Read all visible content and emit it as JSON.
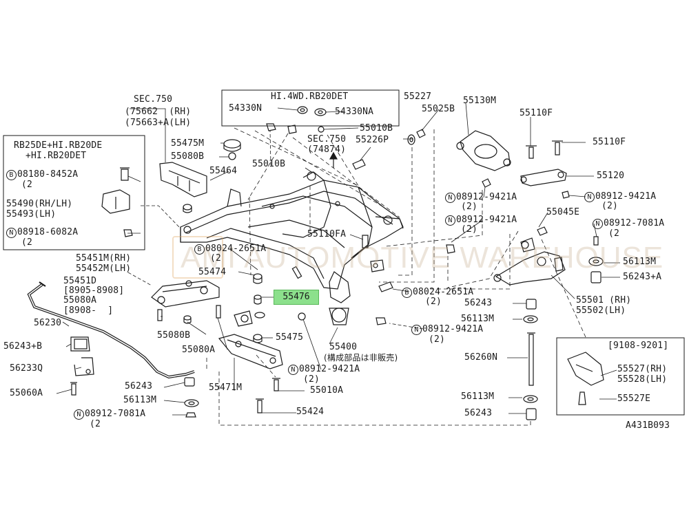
{
  "diagram": {
    "code": "A431B093",
    "highlighted_part": "55476",
    "watermark": "AMI AUTOMOTIVE WAREHOUSE",
    "accent_color": "#8ce08c",
    "labels": {
      "sec750_top": "SEC.750",
      "p75662": "(75662  (RH)",
      "p75663": "(75663+A(LH)",
      "hi4wd": "HI.4WD.RB20DET",
      "p54330n": "54330N",
      "p54330na": "54330NA",
      "p55010b_a": "55010B",
      "p55010b_b": "55010B",
      "sec750_mid": "SEC.750",
      "p74874": "(74874)",
      "p55227": "55227",
      "p55025b": "55025B",
      "p55226p": "55226P",
      "p55130m": "55130M",
      "p55110f_a": "55110F",
      "p55110f_b": "55110F",
      "p55120": "55120",
      "rb25de_1": "RB25DE+HI.RB20DE",
      "rb25de_2": "+HI.RB20DET",
      "b08180": "08180-8452A",
      "qty2_a": "(2",
      "p55490": "55490(RH/LH)",
      "p55493": "55493(LH)",
      "n08918": "08918-6082A",
      "qty2_b": "(2",
      "p55475m_top": "55475M",
      "p55080b_top": "55080B",
      "p55464": "55464",
      "n08912_a": "08912-9421A",
      "qty2_c": "(2)",
      "n08912_b": "08912-9421A",
      "qty2_d": "(2)",
      "p55045e": "55045E",
      "n08912_c": "08912-9421A",
      "qty2_e": "(2)",
      "n08912_7081_r": "08912-7081A",
      "qty2_f": "(2",
      "p55110fa": "55110FA",
      "b08024_a": "08024-2651A",
      "qty2_g": "(2",
      "p55451m": "55451M(RH)",
      "p55452m": "55452M(LH)",
      "p55451d": "55451D",
      "r8905": "[8905-8908]",
      "p55080a_a": "55080A",
      "r8908": "[8908-  ]",
      "p55474": "55474",
      "p55476": "55476",
      "b08024_b": "08024-2651A",
      "qty2_h": "(2)",
      "p56113m_r1": "56113M",
      "p56243a": "56243+A",
      "p55501": "55501 (RH)",
      "p55502": "55502(LH)",
      "p56243_r1": "56243",
      "p56113m_r2": "56113M",
      "n08912_d": "08912-9421A",
      "qty2_i": "(2)",
      "p56230": "56230",
      "p55080b_bot": "55080B",
      "p55475": "55475",
      "p55400": "55400",
      "note_jp": "(構成部品は非販売)",
      "p56243b": "56243+B",
      "p55080a_b": "55080A",
      "p56233q": "56233Q",
      "n08912_e": "08912-9421A",
      "qty2_j": "(2)",
      "p56260n": "56260N",
      "r9108": "[9108-9201]",
      "p55527rh": "55527(RH)",
      "p55528lh": "55528(LH)",
      "p55527e": "55527E",
      "p55060a": "55060A",
      "p56243_l": "56243",
      "p55471m": "55471M",
      "p55010a": "55010A",
      "p56113m_l": "56113M",
      "p56113m_r3": "56113M",
      "n08912_7081_l": "08912-7081A",
      "qty2_k": "(2",
      "p55424": "55424",
      "p56243_r2": "56243"
    },
    "prefix_markers": {
      "bolt": "B",
      "nut": "N"
    }
  }
}
